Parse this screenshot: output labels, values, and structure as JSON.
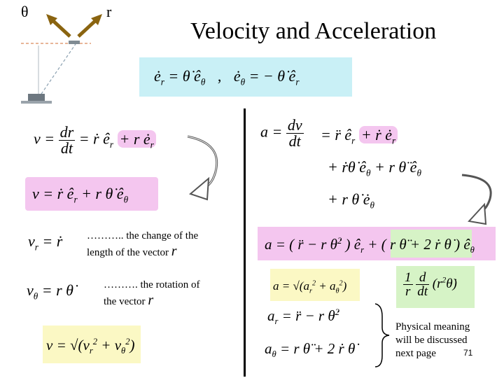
{
  "header": {
    "theta_label": "θ",
    "r_label": "r",
    "title": "Velocity and Acceleration"
  },
  "top_equation": {
    "left": "ė",
    "left_sub": "r",
    "eq1_rhs": "= θ̇ ê",
    "eq1_rhs_sub": "θ",
    "separator": ",",
    "right": "ė",
    "right_sub": "θ",
    "eq2_rhs": "= − θ̇ ê",
    "eq2_rhs_sub": "r"
  },
  "velocity": {
    "v_def_lhs": "v =",
    "dr": "dr",
    "dt": "dt",
    "v_def_rhs": "= ṙ ê",
    "v_def_rhs_sub": "r",
    "v_def_rhs2": "+ r ė",
    "v_def_rhs2_sub": "r",
    "v_result": "v = ṙ ê",
    "v_result_sub": "r",
    "v_result2": "+ r θ̇ ê",
    "v_result2_sub": "θ",
    "vr_lhs": "v",
    "vr_sub": "r",
    "vr_rhs": "= ṙ",
    "vr_note_line1": "……….. the change of the",
    "vr_note_line2": "length of the vector",
    "vr_note_vec": "r",
    "vtheta_lhs": "v",
    "vtheta_sub": "θ",
    "vtheta_rhs": "= r θ̇",
    "vtheta_note_line1": "………. the rotation of",
    "vtheta_note_line2": "the vector",
    "vtheta_note_vec": "r",
    "vmag": "v = √(v",
    "vmag_sub1": "r",
    "vmag_sup1": "2",
    "vmag_mid": "+ v",
    "vmag_sub2": "θ",
    "vmag_sup2": "2",
    "vmag_end": ")"
  },
  "acceleration": {
    "a_lhs": "a =",
    "dv": "dv",
    "dt": "dt",
    "line1": "= r̈ ê",
    "line1_sub": "r",
    "line1b": "+ ṙ ė",
    "line1b_sub": "r",
    "line2": "+ ṙθ̇ ê",
    "line2_sub": "θ",
    "line2b": "+ r θ̈ ê",
    "line2b_sub": "θ",
    "line3": "+ r θ̇ ė",
    "line3_sub": "θ",
    "a_result": "a = ( r̈ − r θ̇",
    "a_result_sup": "2",
    "a_result_mid": ") ê",
    "a_result_sub": "r",
    "a_result_green": "+ ( r θ̈ + 2 ṙ θ̇ ) ê",
    "a_result_green_sub": "θ",
    "a_mag": "a = √(a",
    "a_mag_sub1": "r",
    "a_mag_sup1": "2",
    "a_mag_mid": "+ a",
    "a_mag_sub2": "θ",
    "a_mag_sup2": "2",
    "a_mag_end": ")",
    "atheta_alt_pre": "1",
    "atheta_alt_d": "d",
    "atheta_alt_r": "r",
    "atheta_alt_dt": "dt",
    "atheta_alt_body": "(r",
    "atheta_alt_sup": "2",
    "atheta_alt_end": "θ̇)",
    "ar_lhs": "a",
    "ar_sub": "r",
    "ar_rhs": "= r̈ − r θ̇",
    "ar_sup": "2",
    "at_lhs": "a",
    "at_sub": "θ",
    "at_rhs": "= r θ̈ + 2 ṙ θ̇"
  },
  "note": {
    "line1": "Physical meaning",
    "line2": "will be discussed",
    "line3": "next page",
    "page_number": "71"
  },
  "colors": {
    "cyan": "#c9f0f6",
    "pink": "#f4c6ef",
    "yellow": "#fbf8c4",
    "green": "#d6f3c6",
    "arrow_brown": "#8a6410"
  }
}
